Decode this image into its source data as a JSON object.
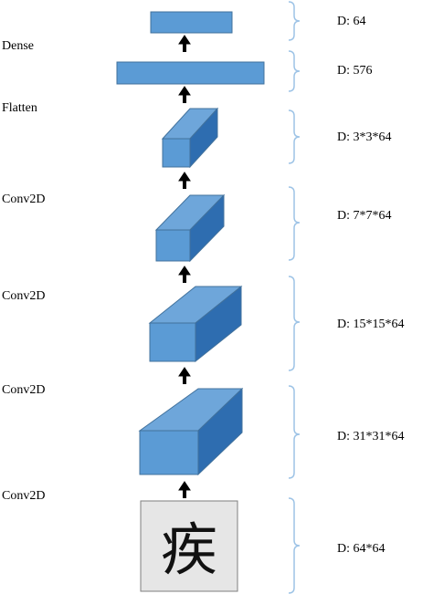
{
  "layers": [
    {
      "id": "conv2d-1",
      "label": "Conv2D"
    },
    {
      "id": "conv2d-2",
      "label": "Conv2D"
    },
    {
      "id": "conv2d-3",
      "label": "Conv2D"
    },
    {
      "id": "conv2d-4",
      "label": "Conv2D"
    },
    {
      "id": "flatten",
      "label": "Flatten"
    },
    {
      "id": "dense",
      "label": "Dense"
    }
  ],
  "dimensions": [
    {
      "id": "input",
      "text": "D: 64*64"
    },
    {
      "id": "conv2d-1-out",
      "text": "D: 31*31*64"
    },
    {
      "id": "conv2d-2-out",
      "text": "D: 15*15*64"
    },
    {
      "id": "conv2d-3-out",
      "text": "D: 7*7*64"
    },
    {
      "id": "conv2d-4-out",
      "text": "D: 3*3*64"
    },
    {
      "id": "flatten-out",
      "text": "D: 576"
    },
    {
      "id": "dense-out",
      "text": "D: 64"
    }
  ],
  "input_character": "疾",
  "colors": {
    "box_front": "#5b9bd5",
    "box_top": "#6ea6da",
    "box_side": "#2e6db0",
    "box_edge": "#41719c",
    "brace": "#9dc3e6",
    "arrow": "#000000",
    "input_bg": "#e6e6e6",
    "input_border": "#7f7f7f"
  }
}
